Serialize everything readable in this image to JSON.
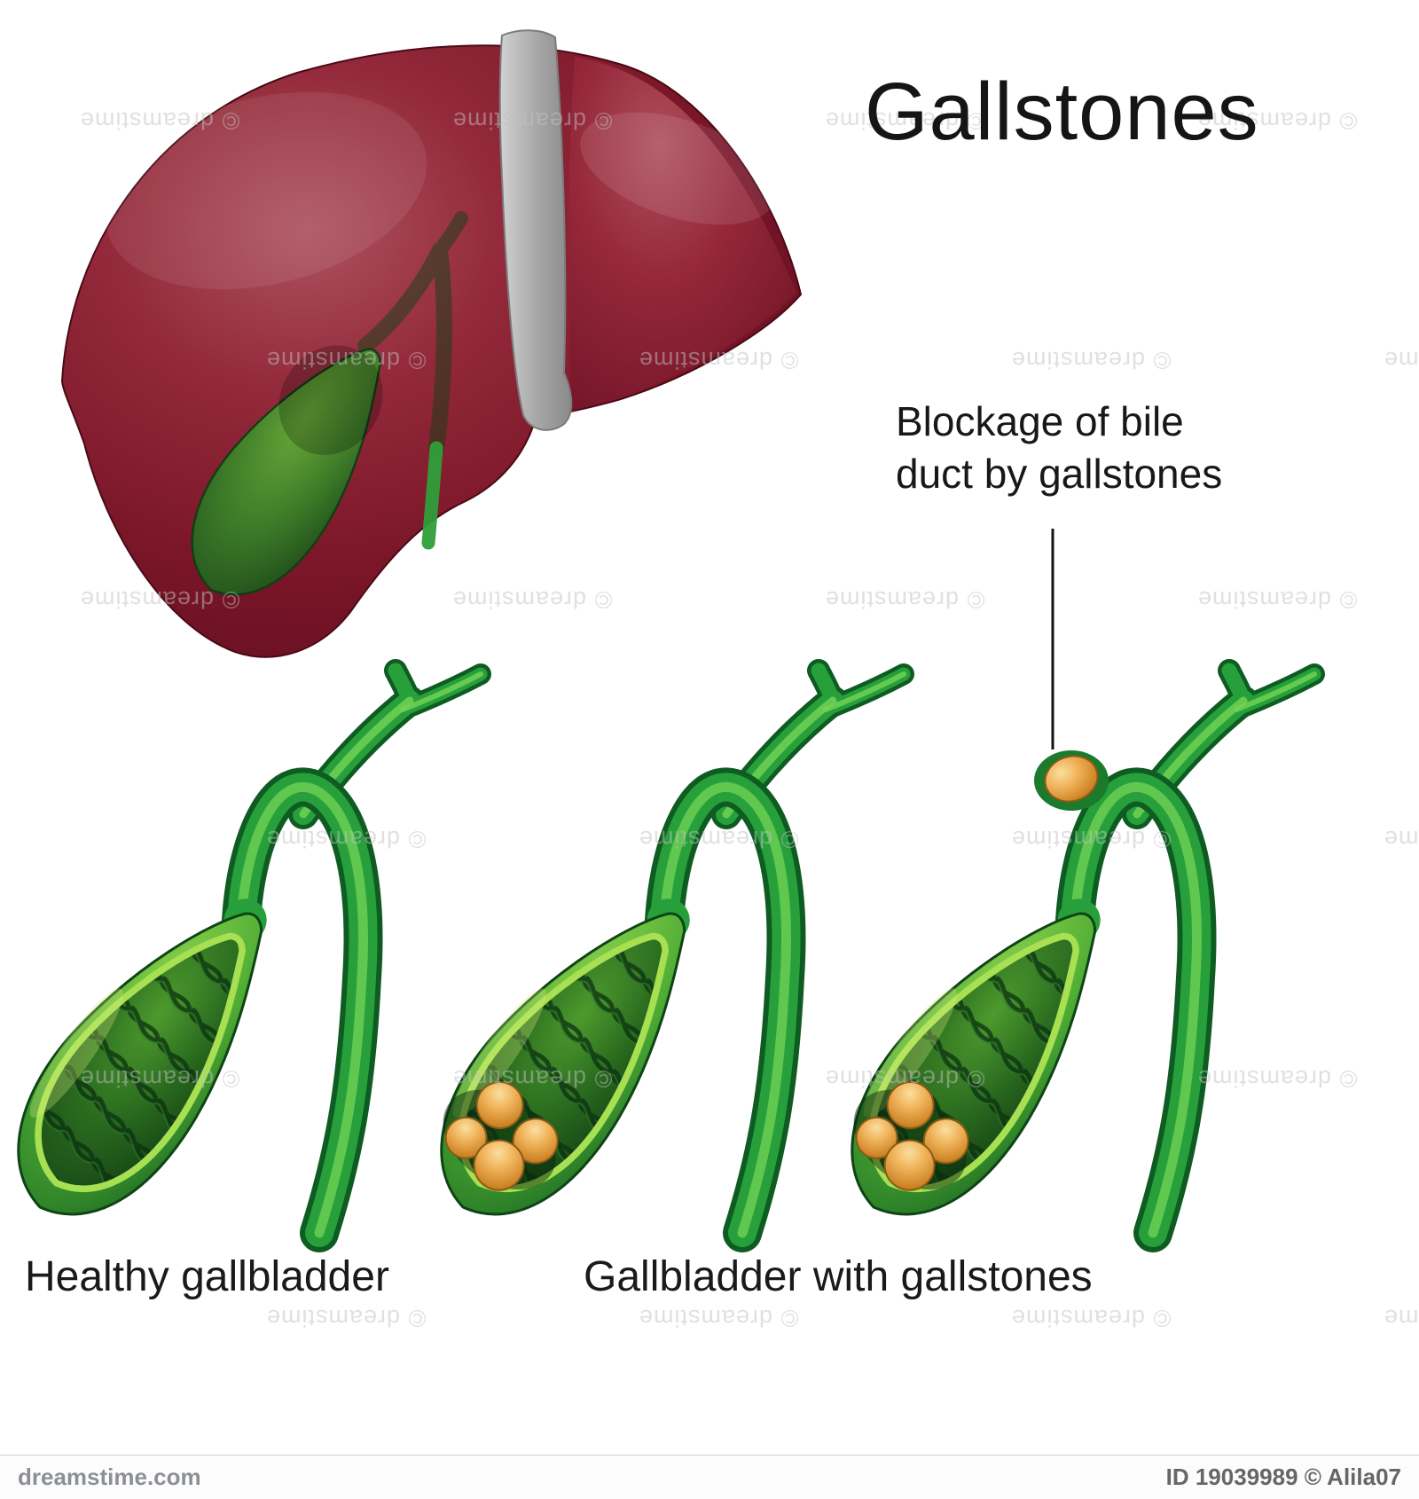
{
  "title": {
    "text": "Gallstones"
  },
  "annotation": {
    "line1": "Blockage of bile",
    "line2": "duct by gallstones"
  },
  "captions": {
    "healthy": "Healthy gallbladder",
    "with_stones": "Gallbladder with gallstones"
  },
  "watermark": {
    "tile": "© dreamstime"
  },
  "footer": {
    "site": "dreamstime.com",
    "credit": "ID 19039989 © Alila07"
  },
  "figures": {
    "liver": "liver-with-gallbladder",
    "unit1": "healthy-gallbladder",
    "unit2": "gallbladder-with-gallstones",
    "unit3": "gallbladder-with-blocked-bile-duct"
  },
  "colors": {
    "liver": "#7a1628",
    "ligament": "#a8a8a8",
    "duct_green": "#27a03c",
    "interior_green": "#174c19",
    "stone_orange": "#e09a3c",
    "text": "#1a1a1a",
    "watermark": "#c2c2c2"
  }
}
